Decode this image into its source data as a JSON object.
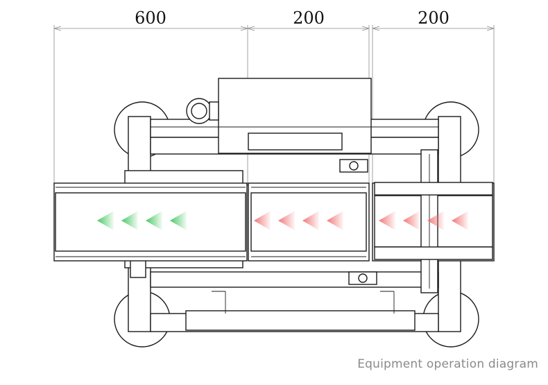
{
  "dimensions": [
    {
      "label": "600"
    },
    {
      "label": "200"
    },
    {
      "label": "200"
    }
  ],
  "caption": "Equipment operation diagram",
  "colors": {
    "arrow_green": "#3ec45a",
    "arrow_red": "#f07070",
    "line": "#1a1a1a",
    "dimension_line": "#8a8a8a",
    "caption": "#8a8a8a"
  }
}
